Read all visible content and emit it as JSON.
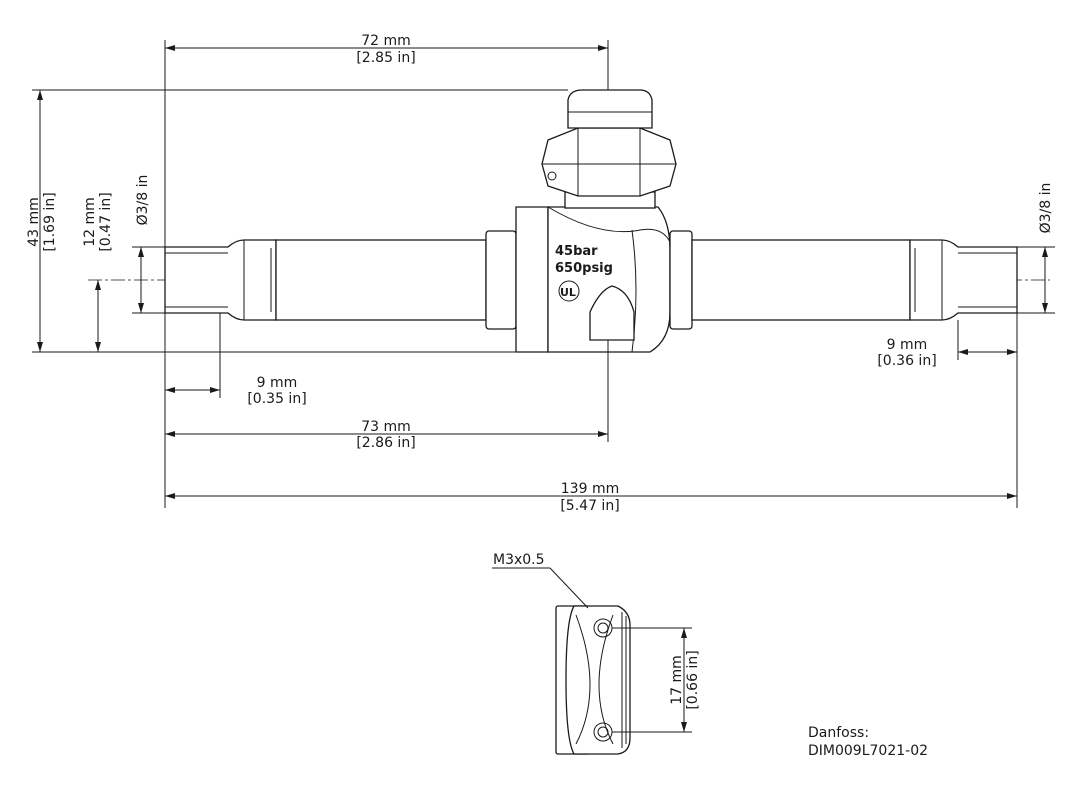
{
  "dimensions": {
    "top_width": {
      "mm": "72 mm",
      "in": "[2.85 in]"
    },
    "left_tube_length": {
      "mm": "73 mm",
      "in": "[2.86 in]"
    },
    "overall_length": {
      "mm": "139 mm",
      "in": "[5.47 in]"
    },
    "left_insert": {
      "mm": "9 mm",
      "in": "[0.35 in]"
    },
    "right_insert": {
      "mm": "9 mm",
      "in": "[0.36 in]"
    },
    "overall_height": {
      "mm": "43 mm",
      "in": "[1.69 in]"
    },
    "center_height": {
      "mm": "12 mm",
      "in": "[0.47 in]"
    },
    "left_diameter": "Ø3/8 in",
    "right_diameter": "Ø3/8 in",
    "hole_spacing": {
      "mm": "17 mm",
      "in": "[0.66 in]"
    },
    "thread": "M3x0.5"
  },
  "body_marking": {
    "pressure_bar": "45bar",
    "pressure_psig": "650psig",
    "cert_mark": "UL"
  },
  "reference": {
    "company": "Danfoss:",
    "code": "DIM009L7021-02"
  }
}
